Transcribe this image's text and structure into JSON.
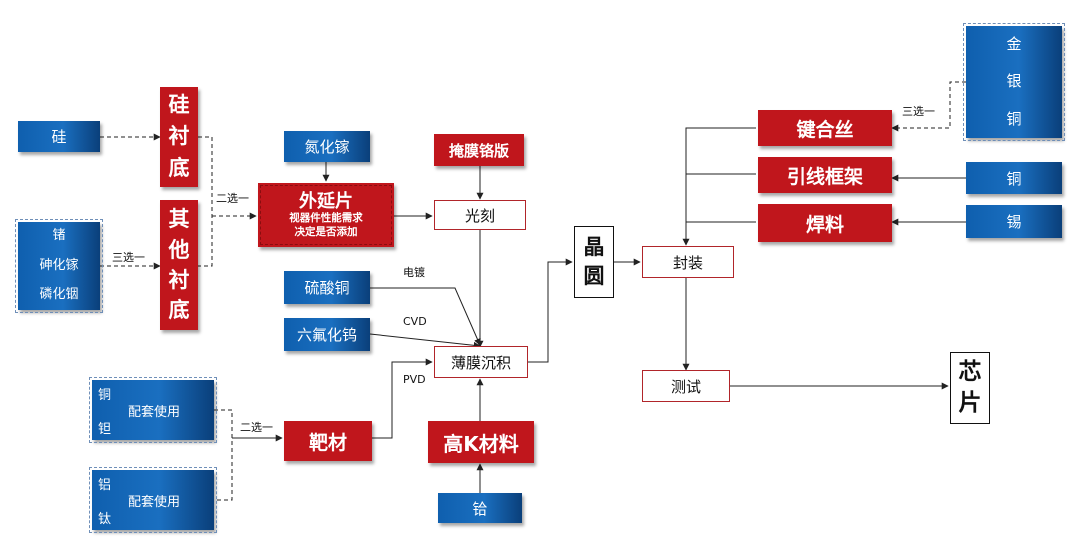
{
  "materials": {
    "si": "硅",
    "ge_group": [
      "锗",
      "砷化镓",
      "磷化铟"
    ],
    "gan": "氮化镓",
    "mask": "掩膜铬版",
    "cuso4": "硫酸铜",
    "wf6": "六氟化钨",
    "target_cu_ta": {
      "top": "铜",
      "mid": "配套使用",
      "bottom": "钽"
    },
    "target_al_ti": {
      "top": "铝",
      "mid": "配套使用",
      "bottom": "钛"
    },
    "hf": "铪",
    "bond_metals": [
      "金",
      "银",
      "铜"
    ],
    "frame_cu": "铜",
    "solder_sn": "锡"
  },
  "components": {
    "si_substrate": "硅衬底",
    "other_substrate": "其他衬底",
    "epi_title": "外延片",
    "epi_sub1": "视器件性能需求",
    "epi_sub2": "决定是否添加",
    "target": "靶材",
    "highk": "高K材料",
    "bond_wire": "键合丝",
    "lead_frame": "引线框架",
    "solder": "焊料"
  },
  "processes": {
    "litho": "光刻",
    "deposition": "薄膜沉积",
    "packaging": "封装",
    "testing": "测试"
  },
  "products": {
    "wafer": "晶圆",
    "chip": "芯片"
  },
  "annotations": {
    "two_choose_one_substrate": "二选一",
    "three_choose_one_ge": "三选一",
    "electroplating": "电镀",
    "cvd": "CVD",
    "pvd": "PVD",
    "two_choose_one_target": "二选一",
    "three_choose_one_bond": "三选一"
  },
  "colors": {
    "blue": "#1565b8",
    "red": "#c0161c",
    "process_border": "#b1252a"
  }
}
